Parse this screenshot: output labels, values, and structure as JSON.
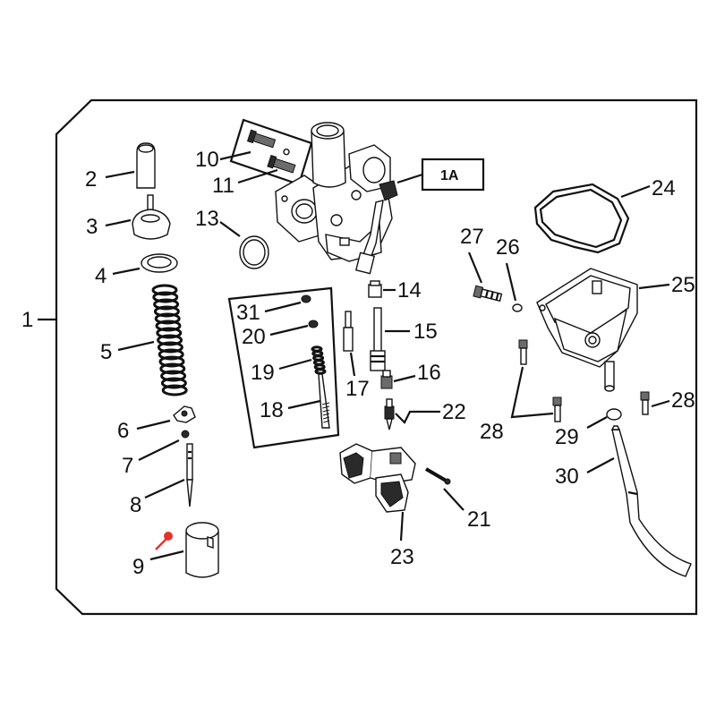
{
  "diagram": {
    "assembly_label": "1",
    "sub_assembly_label": "1A",
    "callouts": {
      "c2": "2",
      "c3": "3",
      "c4": "4",
      "c5": "5",
      "c6": "6",
      "c7": "7",
      "c8": "8",
      "c9": "9",
      "c10": "10",
      "c11": "11",
      "c13": "13",
      "c14": "14",
      "c15": "15",
      "c16": "16",
      "c17": "17",
      "c18": "18",
      "c19": "19",
      "c20": "20",
      "c21": "21",
      "c22": "22",
      "c23": "23",
      "c24": "24",
      "c25": "25",
      "c26": "26",
      "c27": "27",
      "c28a": "28",
      "c28b": "28",
      "c29": "29",
      "c30": "30",
      "c31": "31"
    },
    "pointer_arrow_color": "#e8312f"
  }
}
